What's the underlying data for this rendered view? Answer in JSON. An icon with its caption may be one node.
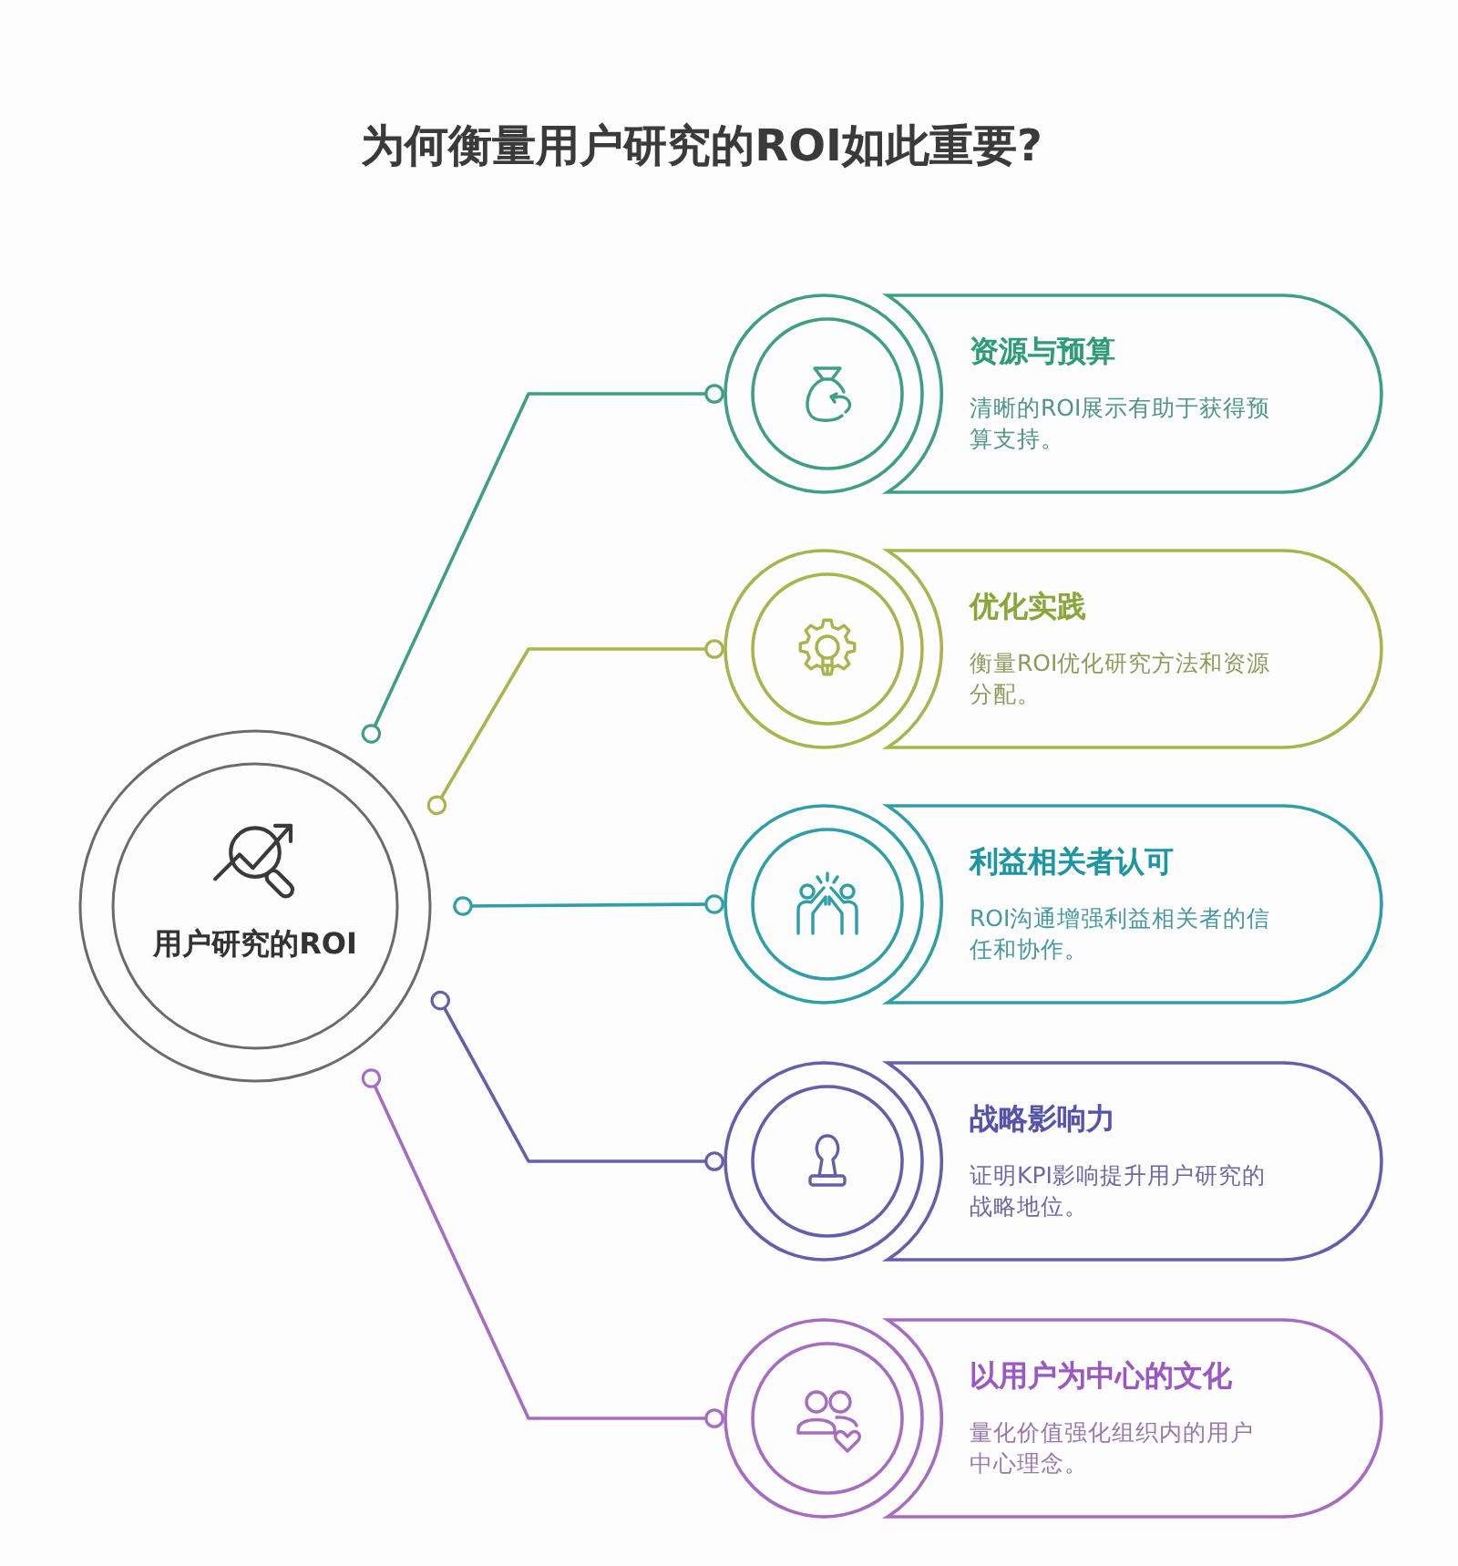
{
  "diagram": {
    "title": "为何衡量用户研究的ROI如此重要?",
    "nodes": [
      {
        "text": [
          "用户研究的ROI"
        ]
      },
      {
        "text": [
          "资源与预算",
          "清晰的ROI展示有助于获得预算支持。"
        ]
      },
      {
        "text": [
          "优化实践",
          "衡量ROI优化研究方法和资源分配。"
        ]
      },
      {
        "text": [
          "利益相关者认可",
          "ROI沟通增强利益相关者的信任和协作。"
        ]
      },
      {
        "text": [
          "战略影响力",
          "证明KPI影响提升用户研究的战略地位。"
        ]
      },
      {
        "text": [
          "以用户为中心的文化",
          "量化价值强化组织内的用户中心理念。"
        ]
      }
    ],
    "edges": [
      {
        "from": 0,
        "to": 1,
        "arrow": "other",
        "color": "#3f9e86"
      },
      {
        "from": 0,
        "to": 2,
        "arrow": "other",
        "color": "#a9b44c"
      },
      {
        "from": 0,
        "to": 3,
        "arrow": "other",
        "color": "#2f9fa7"
      },
      {
        "from": 0,
        "to": 4,
        "arrow": "other",
        "color": "#645fab"
      },
      {
        "from": 0,
        "to": 5,
        "arrow": "other",
        "color": "#a66cc2"
      }
    ]
  }
}
